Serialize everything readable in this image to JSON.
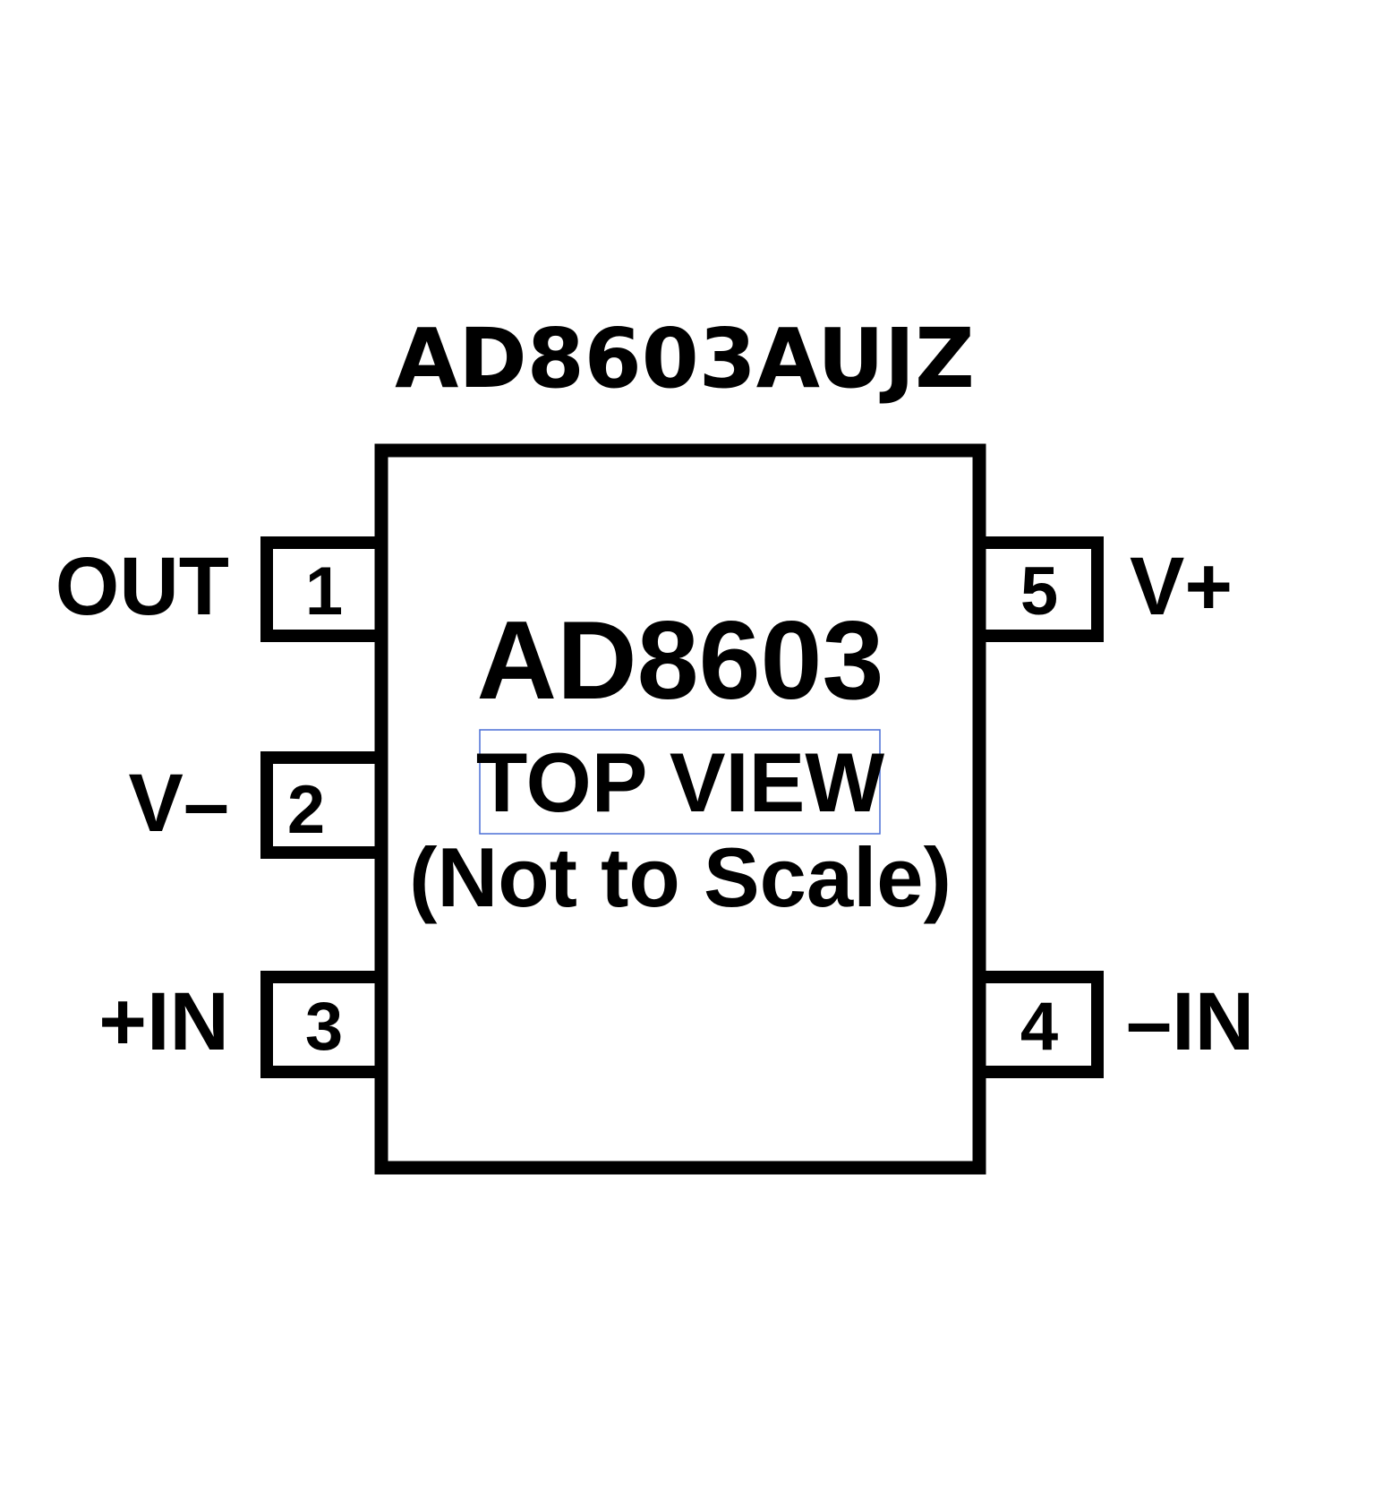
{
  "title": "AD8603AUJZ",
  "chip": {
    "name": "AD8603",
    "view": "TOP VIEW",
    "note": "(Not to Scale)"
  },
  "pins": [
    {
      "number": "1",
      "label": "OUT"
    },
    {
      "number": "2",
      "label": "V–"
    },
    {
      "number": "3",
      "label": "+IN"
    },
    {
      "number": "4",
      "label": "–IN"
    },
    {
      "number": "5",
      "label": "V+"
    }
  ],
  "colors": {
    "outline": "#000000",
    "highlight_box": "#4a6fd6"
  }
}
